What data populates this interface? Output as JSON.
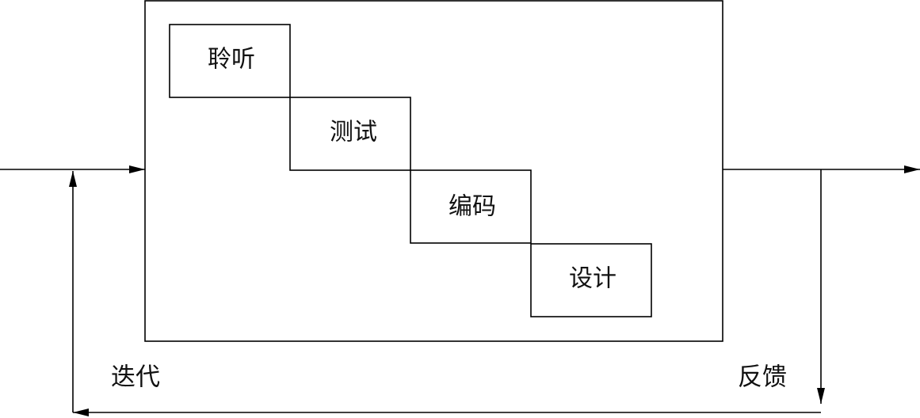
{
  "diagram": {
    "stages": [
      {
        "label": "聆听"
      },
      {
        "label": "测试"
      },
      {
        "label": "编码"
      },
      {
        "label": "设计"
      }
    ],
    "loop": {
      "left_label": "迭代",
      "right_label": "反馈"
    }
  }
}
